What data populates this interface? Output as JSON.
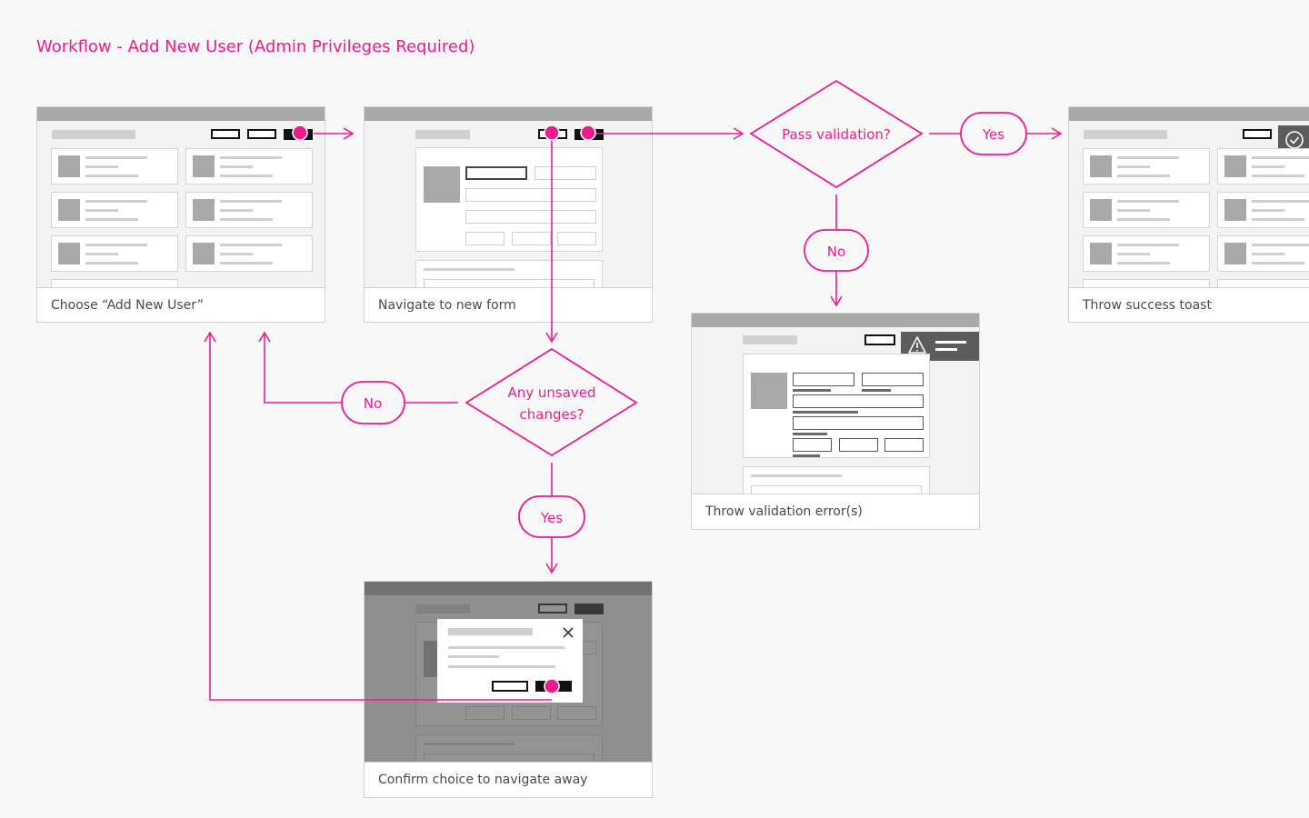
{
  "title": "Workflow - Add New User (Admin Privileges Required)",
  "colors": {
    "accent": "#ec1c8f",
    "caption_text": "#4a4a4a",
    "wire_gray": "#a9a9a9"
  },
  "steps": {
    "choose": "Choose “Add New User”",
    "navigate": "Navigate to new form",
    "validation_error": "Throw validation error(s)",
    "success": "Throw success toast",
    "confirm": "Confirm choice to navigate away"
  },
  "decisions": {
    "pass_validation": "Pass validation?",
    "unsaved_line1": "Any unsaved",
    "unsaved_line2": "changes?"
  },
  "branches": {
    "yes": "Yes",
    "no": "No"
  },
  "icons": {
    "warning": "warning-icon",
    "check": "check-circle-icon",
    "close": "close-icon"
  }
}
